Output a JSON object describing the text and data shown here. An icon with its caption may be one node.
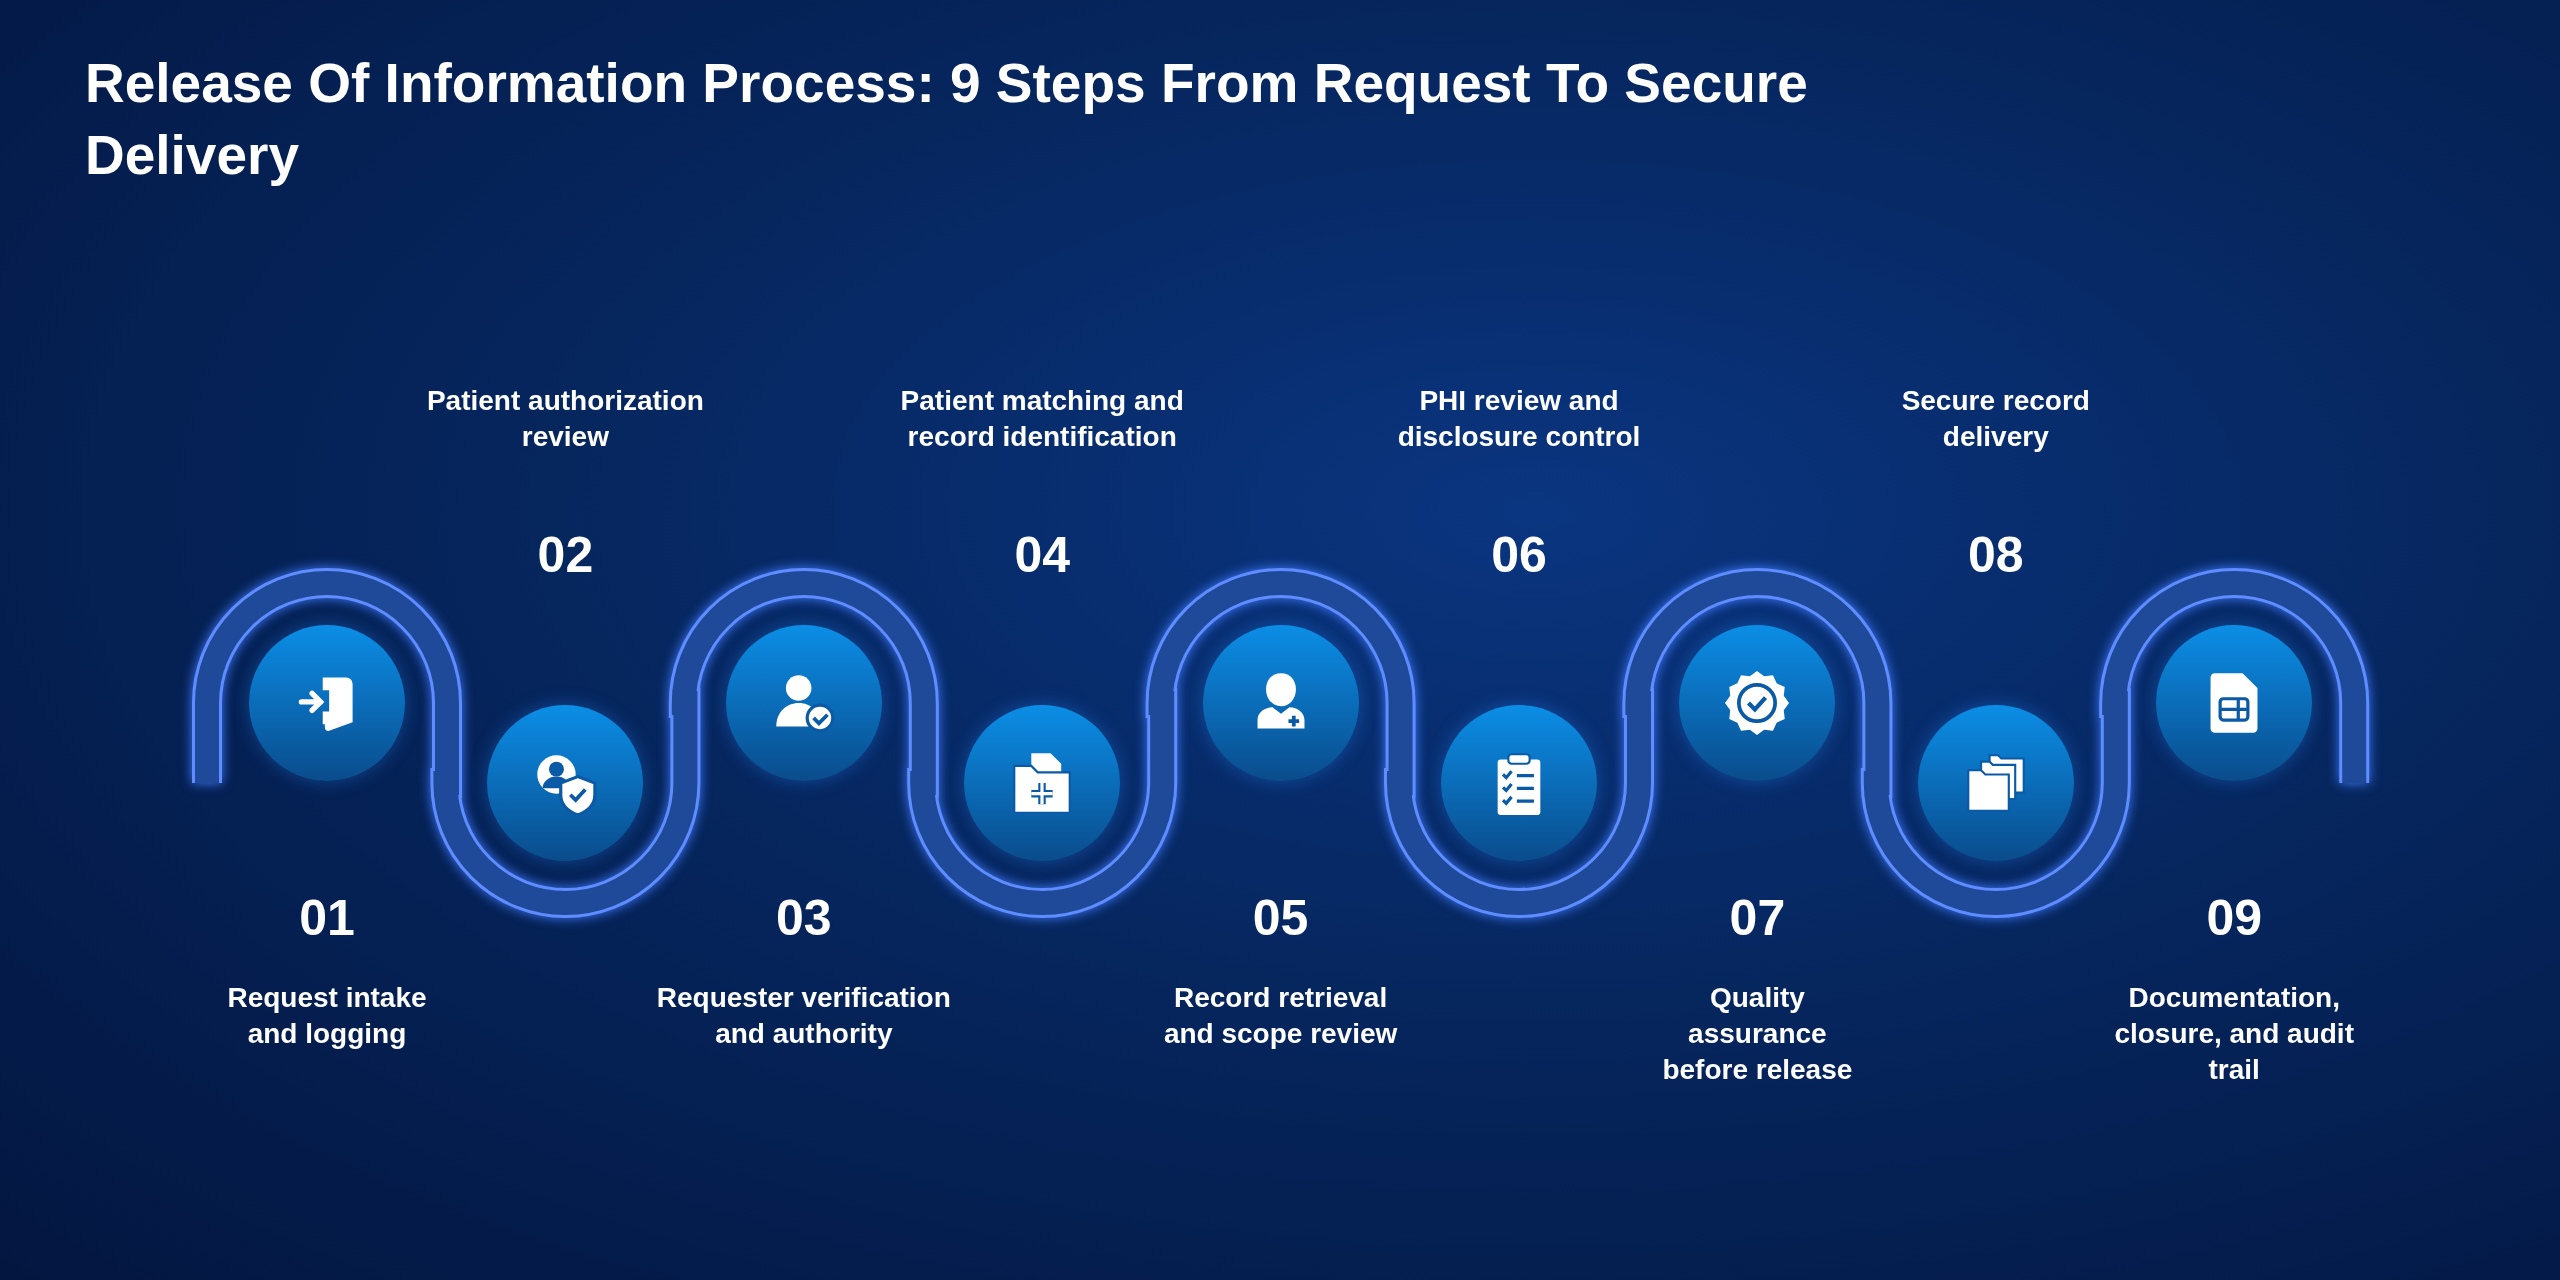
{
  "diagram": {
    "title": "Release Of Information Process: 9 Steps From Request To Secure Delivery",
    "nodes": [
      {
        "text": [
          "01"
        ]
      },
      {
        "text": [
          "02"
        ]
      },
      {
        "text": [
          "03"
        ]
      },
      {
        "text": [
          "04"
        ]
      },
      {
        "text": [
          "05"
        ]
      },
      {
        "text": [
          "06"
        ]
      },
      {
        "text": [
          "07"
        ]
      },
      {
        "text": [
          "08"
        ]
      },
      {
        "text": [
          "09"
        ]
      }
    ],
    "labels": [
      "Patient authorization review",
      "Patient matching and record identification",
      "PHI review and disclosure control",
      "Secure record delivery",
      "Request intake and logging",
      "Requester verification and authority",
      "Record retrieval and scope review",
      "Quality assurance before release",
      "Documentation, closure, and audit trail"
    ]
  }
}
